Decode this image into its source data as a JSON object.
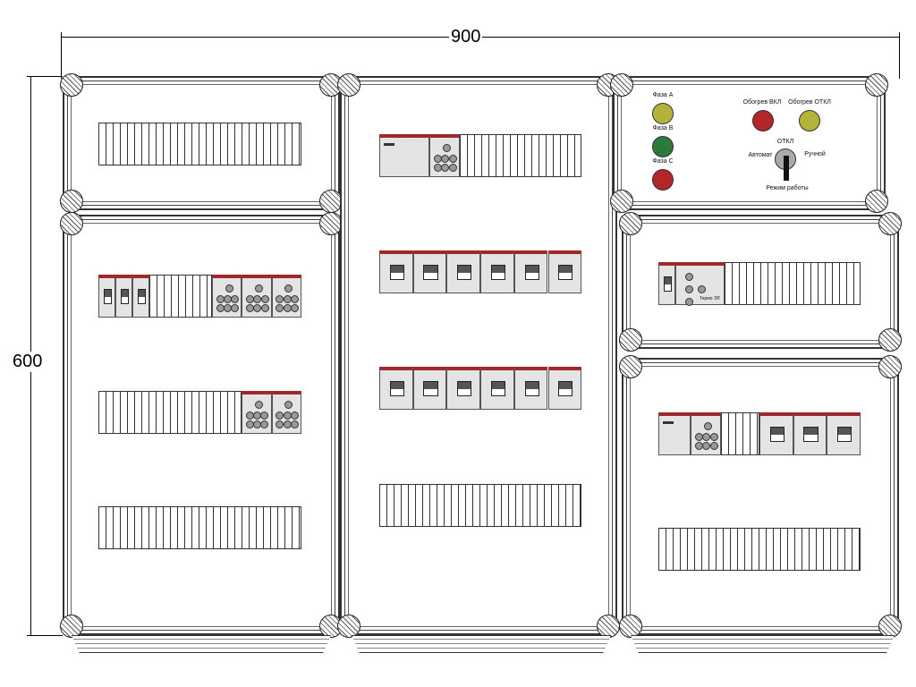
{
  "dimensions": {
    "width_label": "900",
    "height_label": "600"
  },
  "control_panel": {
    "lamps": [
      {
        "label": "Фаза А",
        "color": "#b3b33a"
      },
      {
        "label": "Фаза В",
        "color": "#2a7a3a"
      },
      {
        "label": "Фаза С",
        "color": "#b3262a"
      },
      {
        "label": "Обогрев ВКЛ",
        "color": "#b3262a"
      },
      {
        "label": "Обогрев ОТКЛ",
        "color": "#b3b33a"
      }
    ],
    "switch": {
      "top_label": "ОТКЛ",
      "left_label": "Автомат",
      "right_label": "Ручной",
      "bottom_label": "Режим работы"
    }
  },
  "device_label": "Термо ЭЛ"
}
